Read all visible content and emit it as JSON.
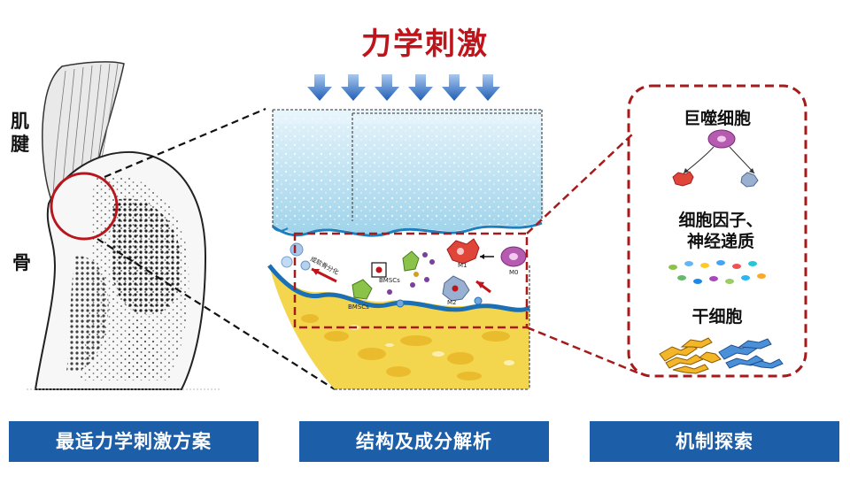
{
  "title": "力学刺激",
  "anatomy": {
    "tendon_label": "肌\n腱",
    "bone_label": "骨"
  },
  "cube_labels": {
    "bmscs_1": "BMSCs",
    "bmscs_2": "BMSCs",
    "m0": "M0",
    "m1": "M1",
    "m2": "M2",
    "osteo_text": "成软骨分化"
  },
  "mechanism": {
    "macrophage": "巨噬细胞",
    "cytokines": "细胞因子、\n神经递质",
    "stem_cells": "干细胞"
  },
  "banners": {
    "left": "最适力学刺激方案",
    "middle": "结构及成分解析",
    "right": "机制探索"
  },
  "colors": {
    "title_red": "#c0141b",
    "banner_blue": "#1d5ea8",
    "arrow_blue": "#2f6fc0",
    "dashed_red": "#a51b1b"
  }
}
